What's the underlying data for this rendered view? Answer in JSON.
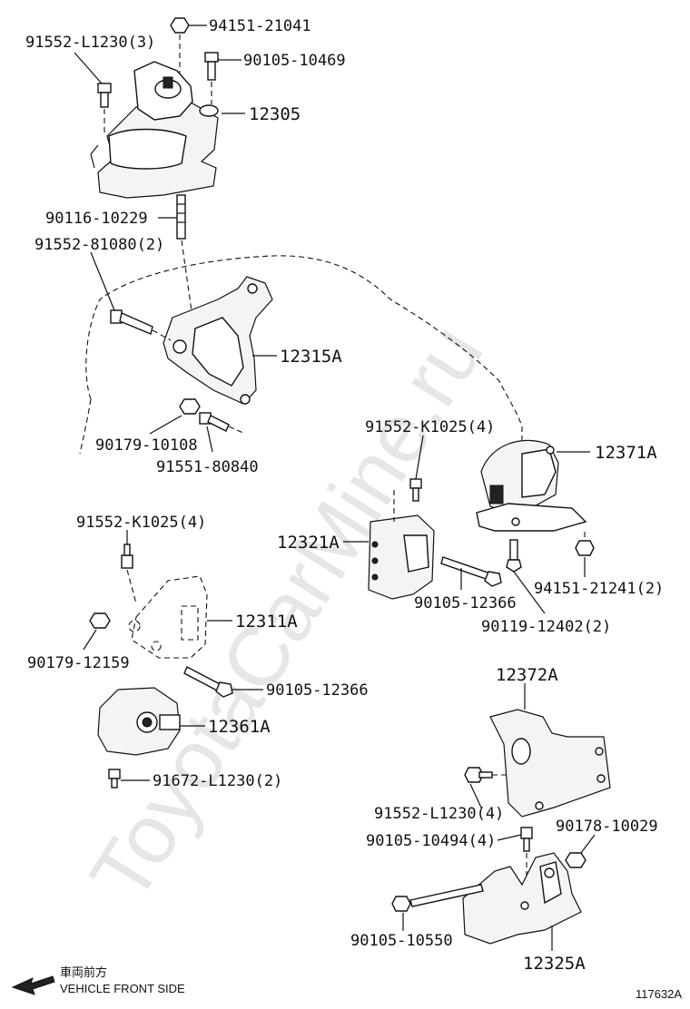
{
  "watermark": "ToyotaCarMine.ru",
  "diagram_id": "117632A",
  "direction_note": {
    "japanese": "車両前方",
    "english": "VEHICLE FRONT SIDE"
  },
  "parts": {
    "p94151_21041": "94151-21041",
    "p91552_L1230_3": "91552-L1230(3)",
    "p90105_10469": "90105-10469",
    "p12305": "12305",
    "p90116_10229": "90116-10229",
    "p91552_81080_2": "91552-81080(2)",
    "p12315A": "12315A",
    "p90179_10108": "90179-10108",
    "p91551_80840": "91551-80840",
    "p91552_K1025_4_right": "91552-K1025(4)",
    "p12371A": "12371A",
    "p12321A": "12321A",
    "p94151_21241_2": "94151-21241(2)",
    "p90105_12366_mid": "90105-12366",
    "p90119_12402_2": "90119-12402(2)",
    "p91552_K1025_4_left": "91552-K1025(4)",
    "p12311A": "12311A",
    "p90179_12159": "90179-12159",
    "p90105_12366_left": "90105-12366",
    "p12361A": "12361A",
    "p91672_L1230_2": "91672-L1230(2)",
    "p12372A": "12372A",
    "p91552_L1230_4": "91552-L1230(4)",
    "p90105_10494_4": "90105-10494(4)",
    "p90178_10029": "90178-10029",
    "p90105_10550": "90105-10550",
    "p12325A": "12325A"
  }
}
